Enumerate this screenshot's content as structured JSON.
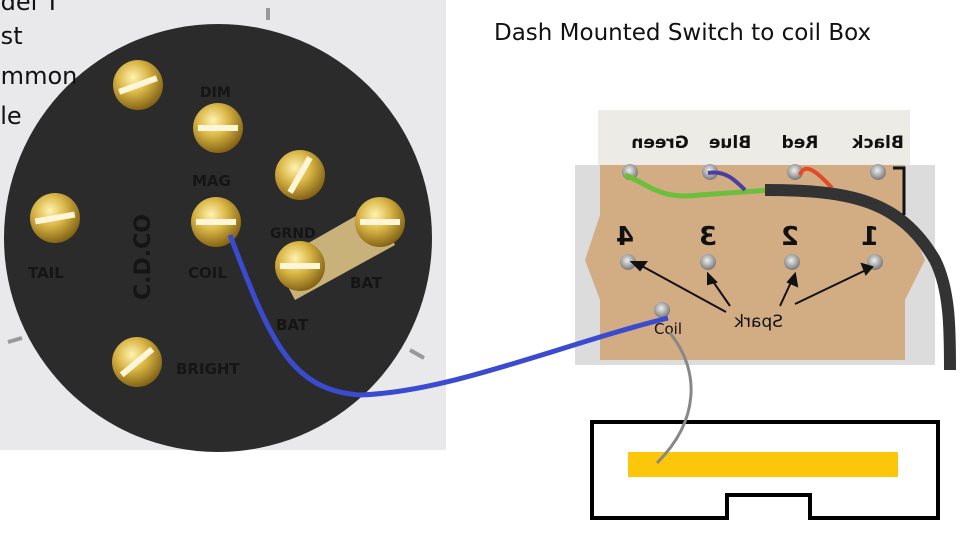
{
  "title": "Dash Mounted Switch to coil Box",
  "side_text": [
    "odel T",
    "ost",
    "ommon",
    "yle"
  ],
  "switch": {
    "maker": "C.D.CO",
    "terminals": [
      "DIM",
      "MAG",
      "GRND",
      "TAIL",
      "COIL",
      "BAT",
      "BAT",
      "BRIGHT"
    ]
  },
  "coil_box": {
    "wire_labels": [
      "Green",
      "Blue",
      "Red",
      "Black"
    ],
    "numbers": [
      "4",
      "3",
      "2",
      "1"
    ],
    "spark_label": "Spark",
    "coil_label": "Coil"
  },
  "colors": {
    "wire_blue": "#3a4bd0",
    "bar_yellow": "#fcc60a",
    "switch_body": "#2a2a2a",
    "brass": "#c9a437",
    "wood": "#d2ad84"
  }
}
